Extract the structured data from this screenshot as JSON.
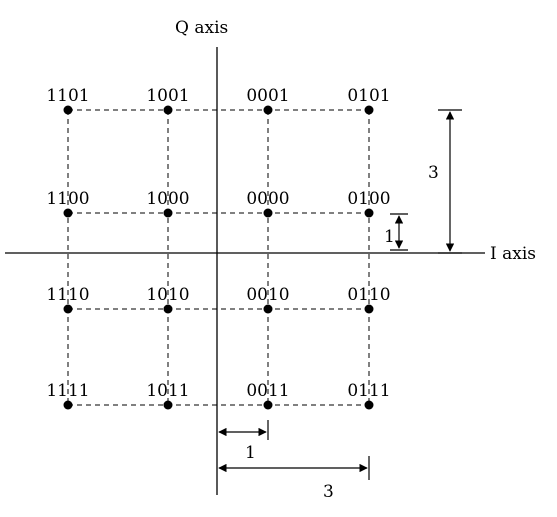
{
  "axes": {
    "q_label": "Q axis",
    "i_label": "I axis"
  },
  "constellation": {
    "points": [
      {
        "bits": "1101",
        "i": -3,
        "q": 3
      },
      {
        "bits": "1001",
        "i": -1,
        "q": 3
      },
      {
        "bits": "0001",
        "i": 1,
        "q": 3
      },
      {
        "bits": "0101",
        "i": 3,
        "q": 3
      },
      {
        "bits": "1100",
        "i": -3,
        "q": 1
      },
      {
        "bits": "1000",
        "i": -1,
        "q": 1
      },
      {
        "bits": "0000",
        "i": 1,
        "q": 1
      },
      {
        "bits": "0100",
        "i": 3,
        "q": 1
      },
      {
        "bits": "1110",
        "i": -3,
        "q": -1
      },
      {
        "bits": "1010",
        "i": -1,
        "q": -1
      },
      {
        "bits": "0010",
        "i": 1,
        "q": -1
      },
      {
        "bits": "0110",
        "i": 3,
        "q": -1
      },
      {
        "bits": "1111",
        "i": -3,
        "q": -3
      },
      {
        "bits": "1011",
        "i": -1,
        "q": -3
      },
      {
        "bits": "0011",
        "i": 1,
        "q": -3
      },
      {
        "bits": "0111",
        "i": 3,
        "q": -3
      }
    ]
  },
  "dimensions": {
    "q_three": {
      "label": "3",
      "value": 3
    },
    "q_one": {
      "label": "1",
      "value": 1
    },
    "i_one": {
      "label": "1",
      "value": 1
    },
    "i_three": {
      "label": "3",
      "value": 3
    }
  },
  "colors": {
    "ink": "#000000",
    "background": "#ffffff"
  }
}
